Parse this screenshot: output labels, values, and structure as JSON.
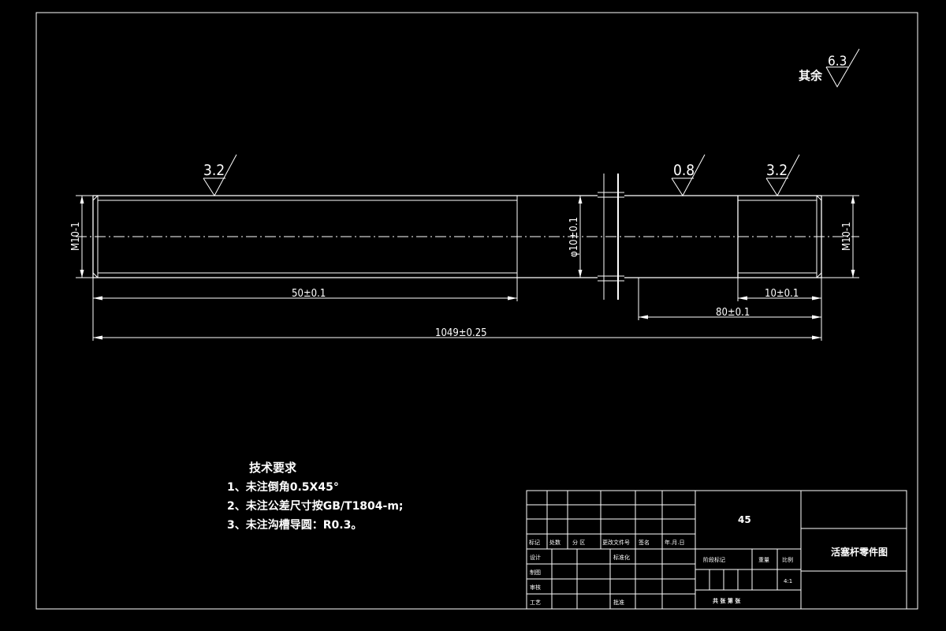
{
  "roughness": {
    "general_prefix": "其余",
    "general_value": "6.3",
    "left": "3.2",
    "mid": "0.8",
    "right": "3.2"
  },
  "dims": {
    "m10_left": "M10-1",
    "dia": "φ10±0.1",
    "m10_right": "M10-1",
    "d50": "50±0.1",
    "d10": "10±0.1",
    "d80": "80±0.1",
    "d1049": "1049±0.25"
  },
  "tech": {
    "title": "技术要求",
    "items": [
      "1、未注倒角0.5X45°",
      "2、未注公差尺寸按GB/T1804-m;",
      "3、未注沟槽导圆：R0.3。"
    ]
  },
  "title_block": {
    "material": "45",
    "part_name": "活塞杆零件图",
    "scale": "4:1",
    "labels": {
      "mark": "标记",
      "count": "处数",
      "zone": "分 区",
      "doc": "更改文件号",
      "sign": "签名",
      "date": "年.月.日",
      "design": "设计",
      "std": "标准化",
      "drawn": "制图",
      "check": "审核",
      "process": "工艺",
      "approve": "批准",
      "stage": "阶段标记",
      "weight": "重量",
      "ratio": "比例",
      "sheets": "共   张   第   张"
    }
  }
}
